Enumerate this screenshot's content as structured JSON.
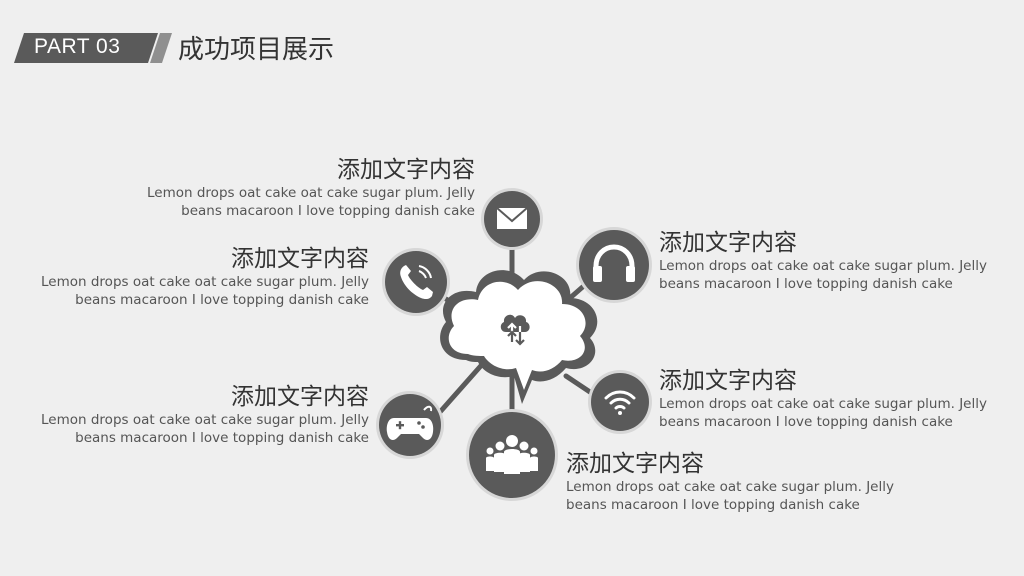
{
  "header": {
    "part_label": "PART 03",
    "title": "成功项目展示"
  },
  "colors": {
    "background": "#efefef",
    "circle_fill": "#5a5a5a",
    "circle_ring": "#d7d7d7",
    "connector": "#5a5a5a",
    "cloud_fill": "#ffffff",
    "cloud_stroke": "#5a5a5a"
  },
  "center_icon": "cloud-upload-download-icon",
  "items": [
    {
      "id": "top-left",
      "icon": "mail-icon",
      "heading": "添加文字内容",
      "line1": "Lemon drops oat cake oat cake sugar plum. Jelly",
      "line2": "beans macaroon I love topping danish cake"
    },
    {
      "id": "left-upper",
      "icon": "phone-icon",
      "heading": "添加文字内容",
      "line1": "Lemon drops oat cake oat cake sugar plum. Jelly",
      "line2": "beans macaroon I love topping danish cake"
    },
    {
      "id": "left-lower",
      "icon": "gamepad-icon",
      "heading": "添加文字内容",
      "line1": "Lemon drops oat cake oat cake sugar plum. Jelly",
      "line2": "beans macaroon I love topping danish cake"
    },
    {
      "id": "right-upper",
      "icon": "headphones-icon",
      "heading": "添加文字内容",
      "line1": "Lemon drops oat cake oat cake sugar plum. Jelly",
      "line2": "beans macaroon I love topping danish cake"
    },
    {
      "id": "right-lower",
      "icon": "wifi-icon",
      "heading": "添加文字内容",
      "line1": "Lemon drops oat cake oat cake sugar plum. Jelly",
      "line2": "beans macaroon I love topping danish cake"
    },
    {
      "id": "bottom",
      "icon": "people-icon",
      "heading": "添加文字内容",
      "line1": "Lemon drops oat cake oat cake sugar plum. Jelly",
      "line2": "beans macaroon I love topping danish cake"
    }
  ]
}
